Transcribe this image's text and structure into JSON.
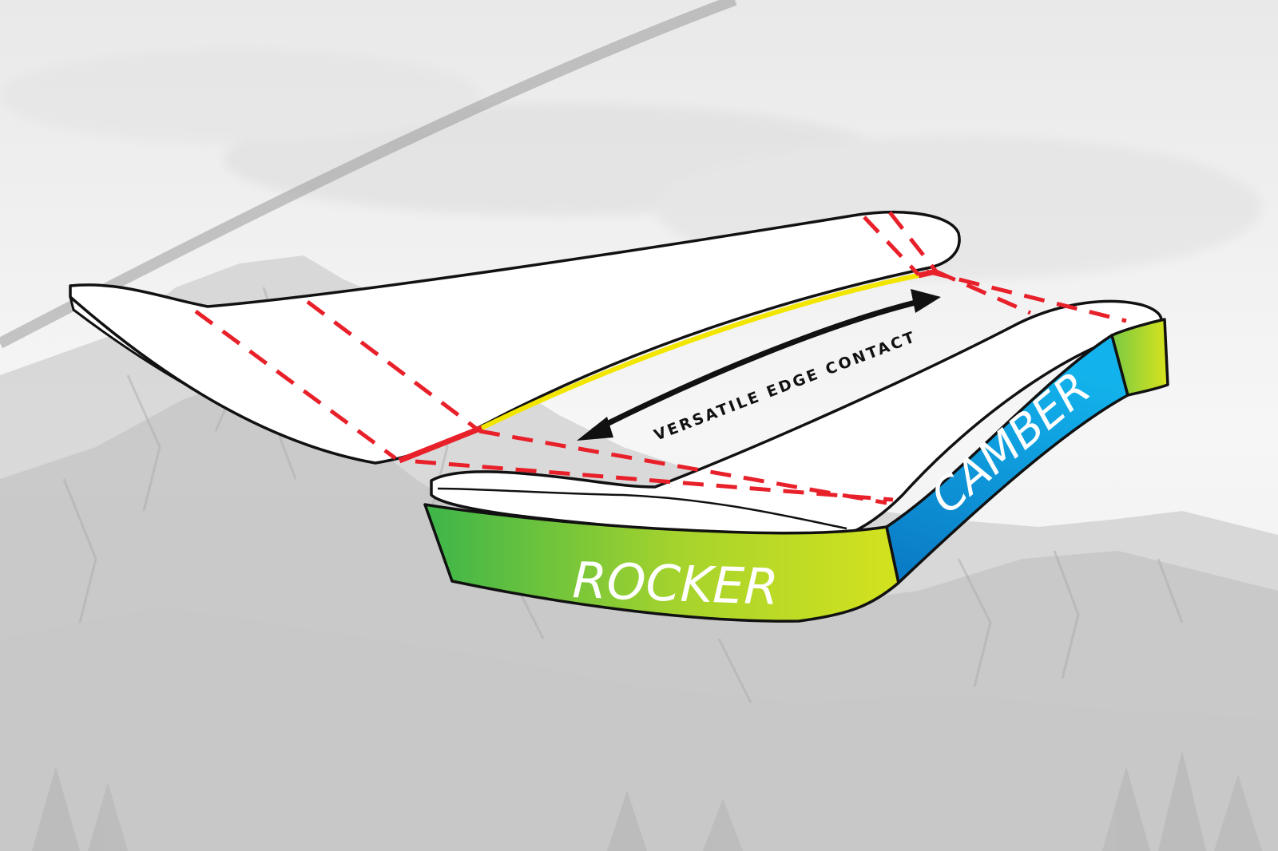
{
  "diagram": {
    "labels": {
      "rocker": "ROCKER",
      "camber": "CAMBER",
      "edge_contact": "VERSATILE EDGE CONTACT"
    },
    "colors": {
      "background_light": "#f3f3f3",
      "mountain_gray": "#cfcfcf",
      "outline": "#111111",
      "rocker_green_dark": "#3cb54a",
      "rocker_green_light": "#d4e21e",
      "camber_blue_light": "#0db0ea",
      "camber_blue_dark": "#0a78c4",
      "edge_yellow": "#f2e600",
      "dashed_red": "#e8202a",
      "arrow_black": "#111111"
    }
  }
}
